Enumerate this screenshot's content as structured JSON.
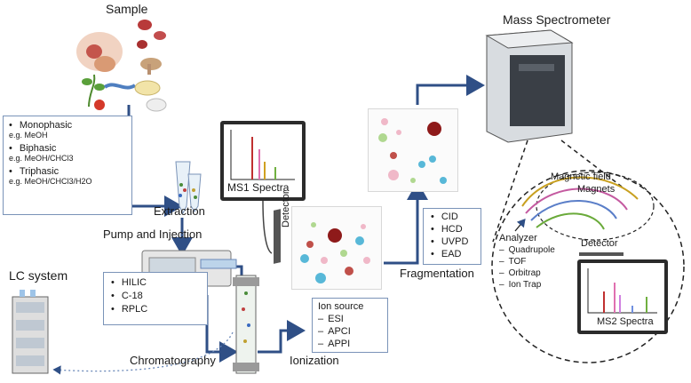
{
  "titles": {
    "sample": "Sample",
    "mass_spectrometer": "Mass Spectrometer",
    "lc_system": "LC system"
  },
  "steps": {
    "extraction": "Extraction",
    "pump_injection": "Pump and Injection",
    "chromatography": "Chromatography",
    "ionization": "Ionization",
    "fragmentation": "Fragmentation"
  },
  "extraction_box": {
    "items": [
      {
        "name": "Monophasic",
        "example": "e.g. MeOH"
      },
      {
        "name": "Biphasic",
        "example": "e.g. MeOH/CHCl3"
      },
      {
        "name": "Triphasic",
        "example": "e.g. MeOH/CHCl3/H2O"
      }
    ]
  },
  "chromatography_box": {
    "items": [
      "HILIC",
      "C-18",
      "RPLC"
    ]
  },
  "ion_source_box": {
    "title": "Ion source",
    "items": [
      "ESI",
      "APCI",
      "APPI"
    ]
  },
  "fragmentation_box": {
    "items": [
      "CID",
      "HCD",
      "UVPD",
      "EAD"
    ]
  },
  "analyzer": {
    "title": "Analyzer",
    "items": [
      "Quadrupole",
      "TOF",
      "Orbitrap",
      "Ion Trap"
    ]
  },
  "detector_labels": {
    "ms1_detector": "Detector",
    "ms2_detector": "Detector"
  },
  "magnet_labels": {
    "magnetic_field": "Magnetic field",
    "magnets": "Magnets"
  },
  "spectra": {
    "ms1": "MS1 Spectra",
    "ms2": "MS2 Spectra"
  },
  "colors": {
    "flow_arrow": "#2f4f86",
    "box_border": "#7a93b8",
    "ms1_peaks": [
      "#c03030",
      "#e070b0",
      "#d0a020",
      "#70b040"
    ],
    "ms2_peaks": [
      "#c03030",
      "#e070b0",
      "#d080e0",
      "#7090e0",
      "#70b040"
    ]
  }
}
